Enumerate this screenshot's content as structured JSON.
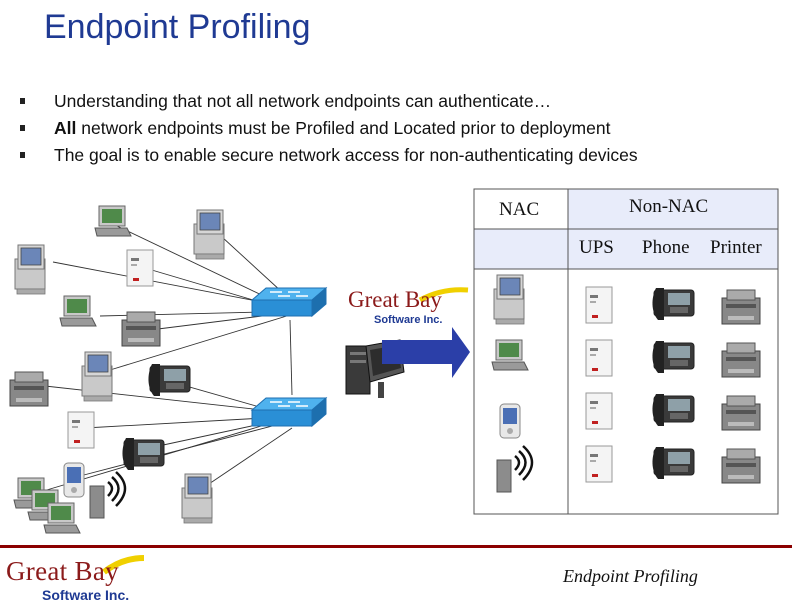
{
  "slide": {
    "title": "Endpoint Profiling",
    "bullets": [
      {
        "bold": "",
        "text": "Understanding that not all network endpoints can authenticate…"
      },
      {
        "bold": "All",
        "text": " network endpoints must be Profiled and Located prior to deployment"
      },
      {
        "bold": "",
        "text": "The goal is to enable secure network access for non-authenticating devices"
      }
    ]
  },
  "table": {
    "nac_label": "NAC",
    "non_nac_label": "Non-NAC",
    "columns": [
      "UPS",
      "Phone",
      "Printer"
    ]
  },
  "logo": {
    "name": "Great Bay",
    "subtitle": "Software Inc."
  },
  "footer": {
    "title": "Endpoint Profiling"
  },
  "colors": {
    "title": "#1f3a93",
    "logo_red": "#8b1a1a",
    "switch_blue": "#2a8fd6",
    "arrow_blue": "#2b3fa8",
    "table_fill": "#e8ecfa",
    "bar": "#8b0000"
  }
}
